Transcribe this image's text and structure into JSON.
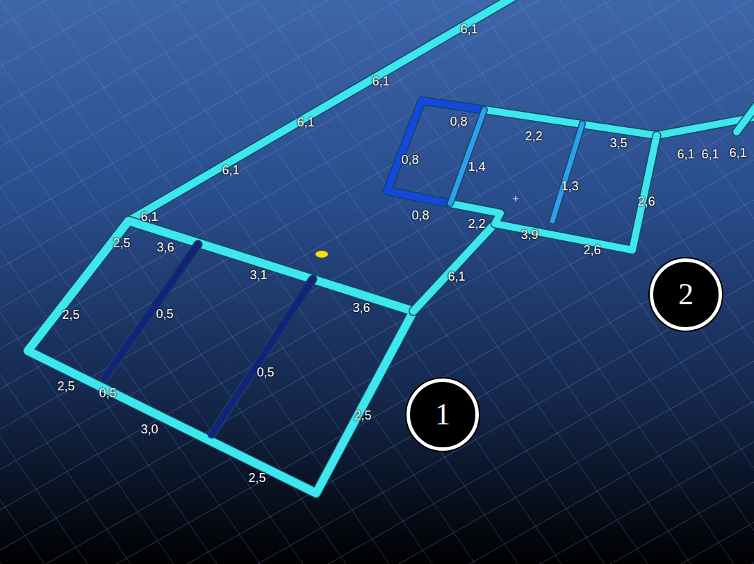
{
  "diagram": {
    "nodes": [
      {
        "text": [
          "1"
        ]
      },
      {
        "text": [
          "2"
        ]
      }
    ],
    "labels": [
      "6,1",
      "6,1",
      "0,8",
      "6,1",
      "2,2",
      "3,5",
      "6,1",
      "6,1",
      "6,1",
      "0,8",
      "1,4",
      "6,1",
      "1,3",
      "2,6",
      "0,8",
      "6,1",
      "2,2",
      "3,9",
      "2,5",
      "3,6",
      "2,6",
      "3,1",
      "6,1",
      "3,6",
      "2,5",
      "0,5",
      "0,5",
      "2,5",
      "0,5",
      "2,5",
      "3,0",
      "2,5"
    ]
  }
}
